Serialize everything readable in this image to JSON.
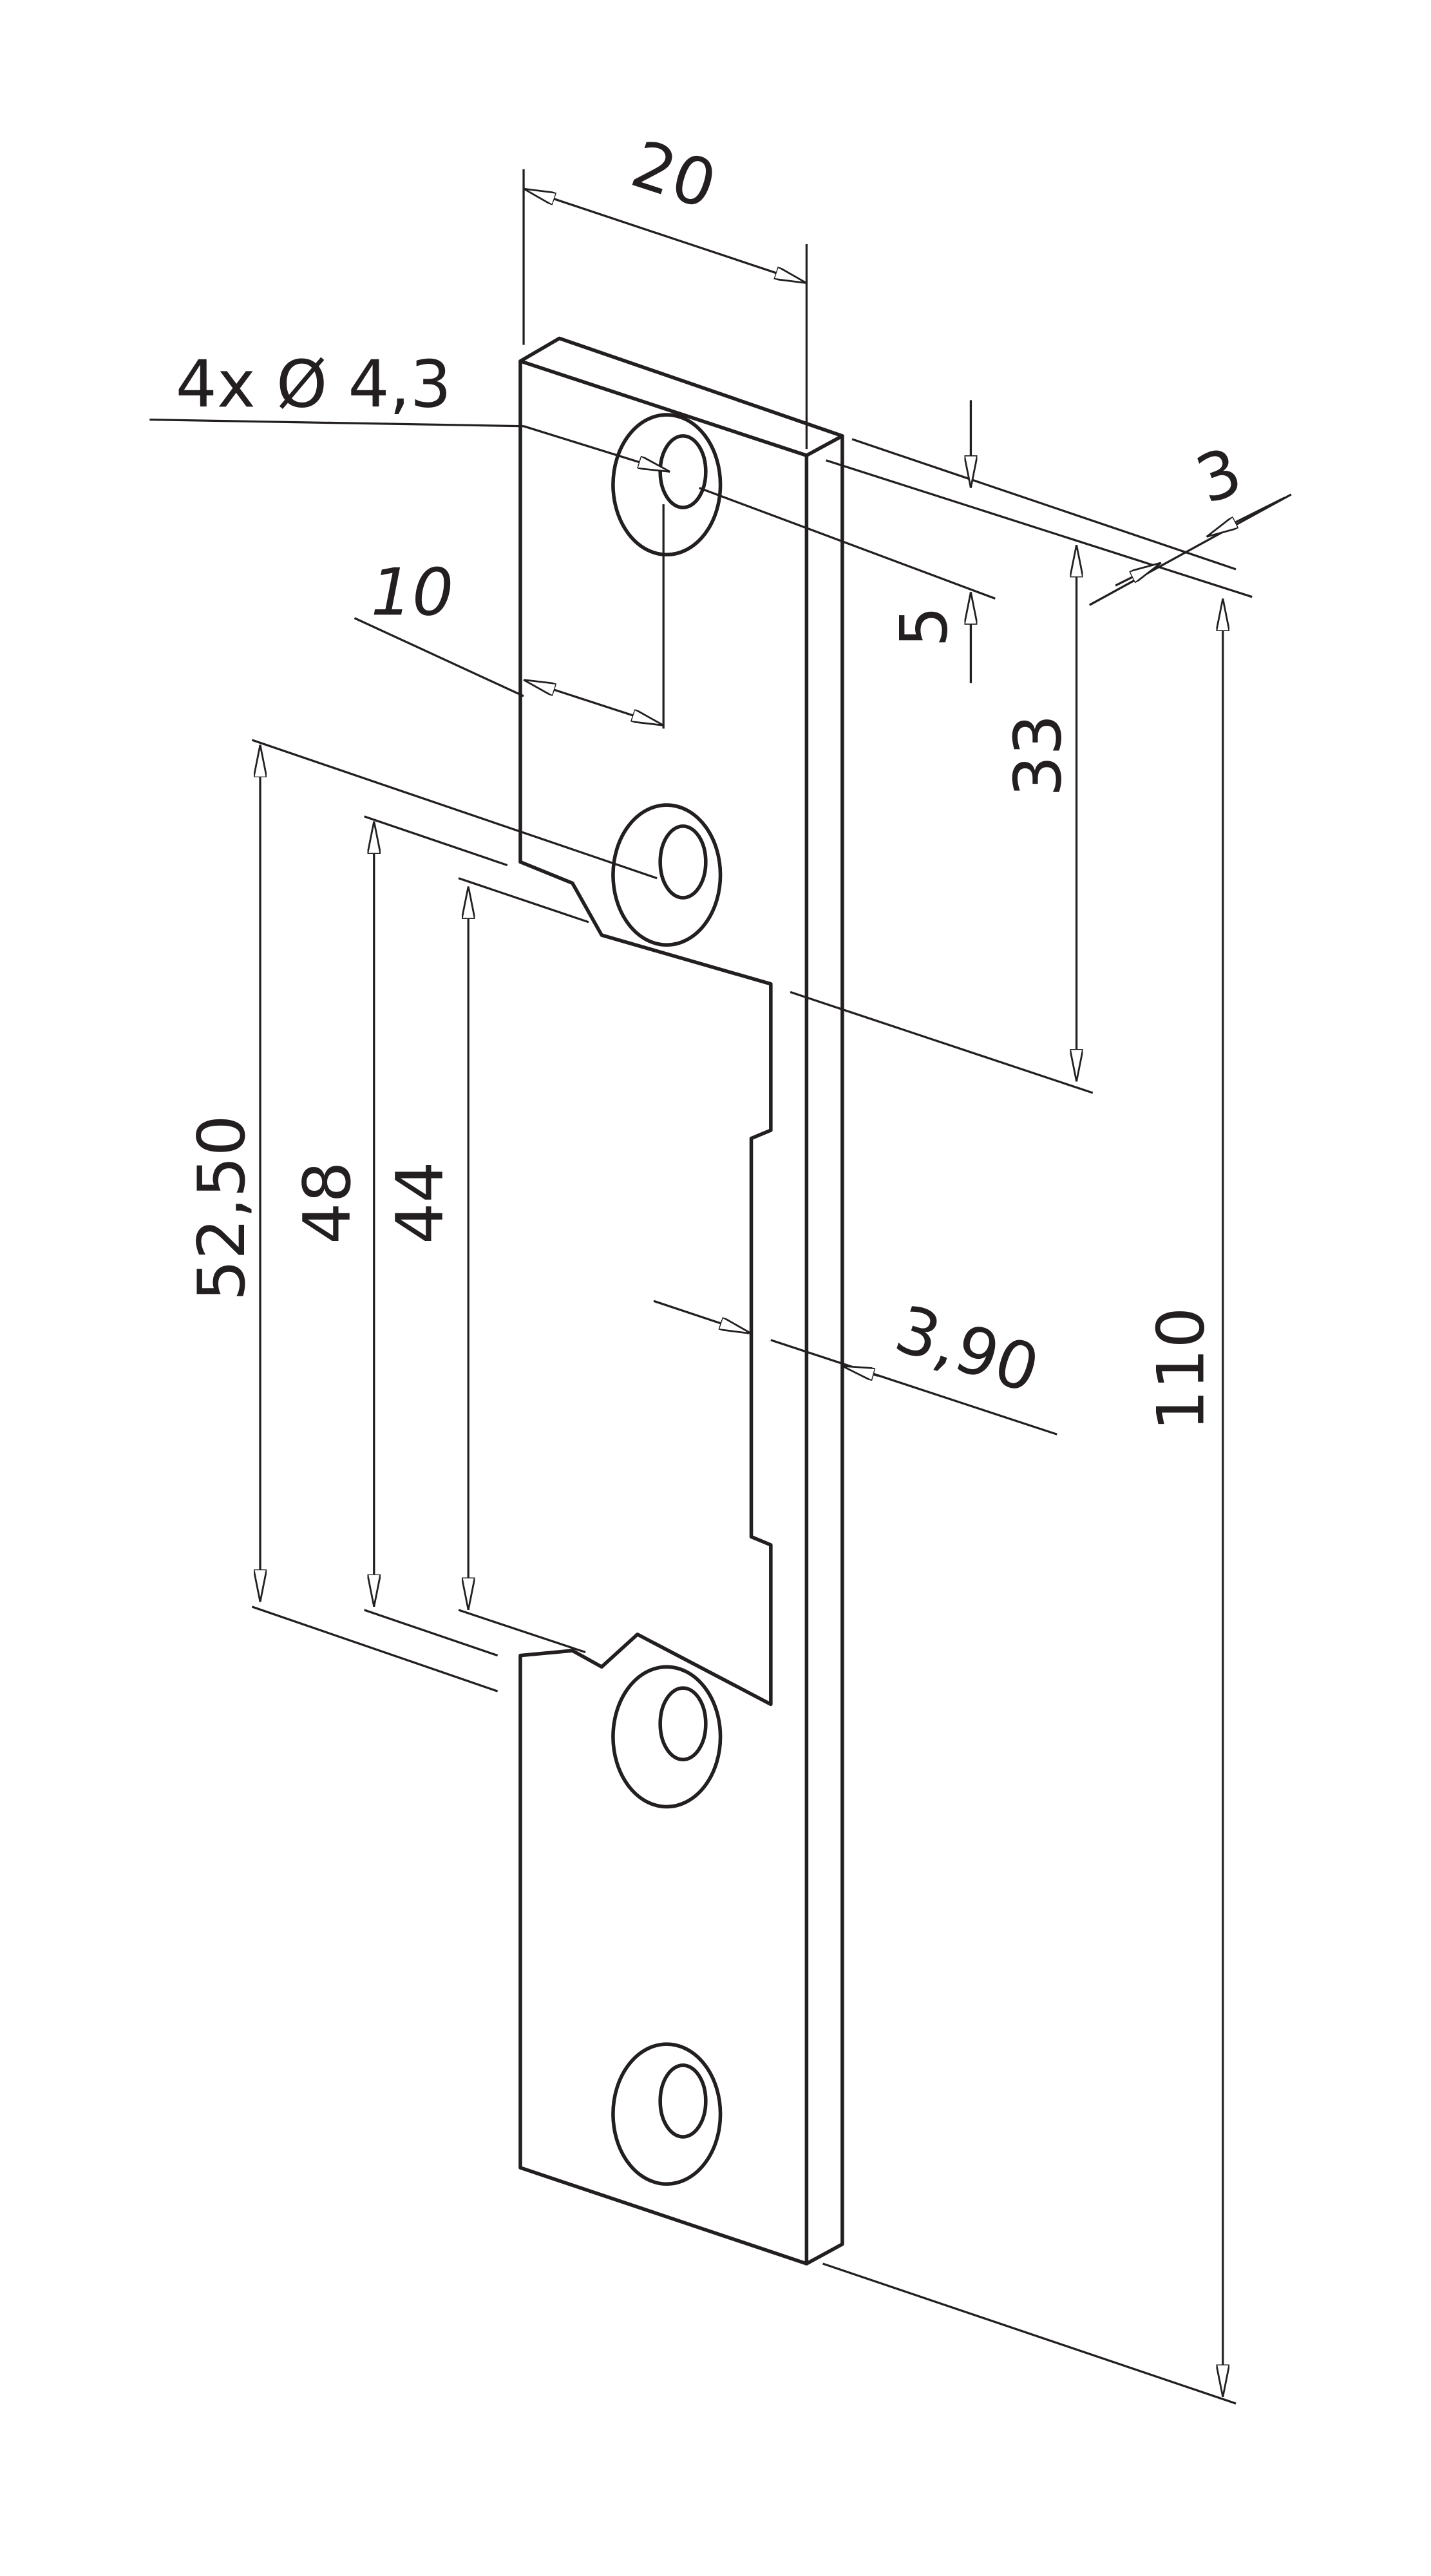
{
  "drawing": {
    "title": "Strike plate dimension drawing",
    "colors": {
      "line": "#231f20",
      "background": "#ffffff"
    },
    "dimensions": {
      "width": "20",
      "holes": "4x Ø 4,3",
      "hole_offset": "10",
      "hole_edge": "5",
      "hole_spacing": "33",
      "thickness": "3",
      "outer_opening": "52,50",
      "middle_opening": "48",
      "inner_opening": "44",
      "step_depth": "3,90",
      "total_length": "110"
    }
  }
}
